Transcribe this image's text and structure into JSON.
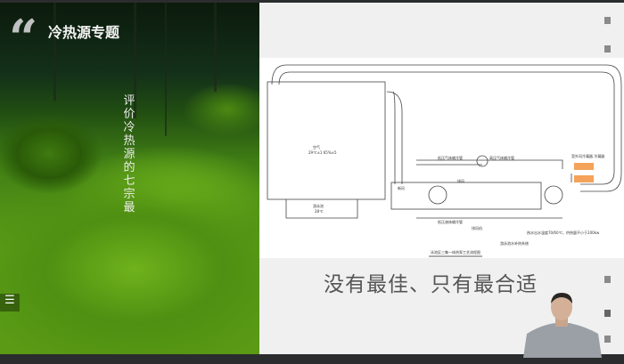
{
  "left_panel": {
    "quote_mark": "“",
    "topic_title": "冷热源专题",
    "vertical_title": "评价冷热源的七宗最",
    "menu_icon": "menu-icon"
  },
  "slide": {
    "diagram": {
      "title": "泳池区三集一体热泵工艺流程图",
      "labels": {
        "air": "空气",
        "air_cond": "29℃±1 65%±5",
        "pool": "游泳池",
        "pool_temp": "28℃",
        "low_pipe": "低压气体输冷管",
        "high_pipe": "高压气体输冷管",
        "low_liquid": "低压液体输冷管",
        "fresh_air": "新风",
        "exhaust": "排风",
        "exhaust_fan": "排风机",
        "condenser": "室外风冷凝器 冷凝器",
        "water_note": "热水出水温度70/60℃，供热量不小于200kw",
        "pool_heat": "游泳池水补热系统"
      }
    },
    "slogan": "没有最佳、只有最合适"
  },
  "colors": {
    "panel_bg": "#f0f0f0",
    "bottom_bar": "#2a2c2e",
    "accent_orange": "#f5a25a"
  }
}
